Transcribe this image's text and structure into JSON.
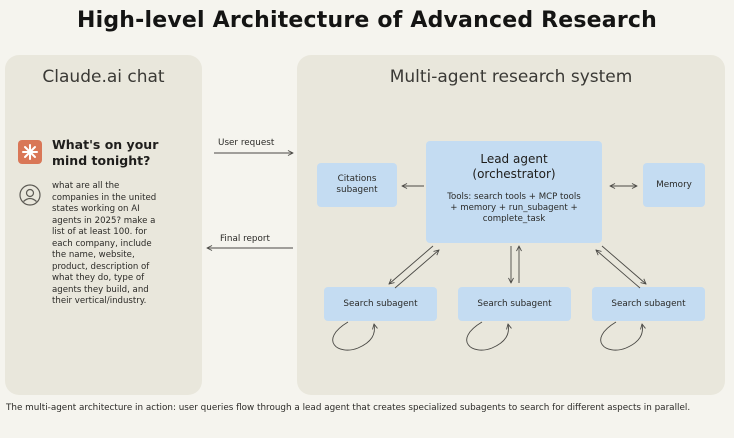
{
  "title": "High-level Architecture of Advanced Research",
  "left_panel": {
    "title": "Claude.ai chat",
    "heading": "What's on your mind tonight?",
    "message": "what are all the companies in the united states working on AI agents in 2025? make a list of at least 100. for each company, include the name, website, product, description of what they do, type of agents they build, and their vertical/industry."
  },
  "arrows": {
    "user_request": "User request",
    "final_report": "Final report"
  },
  "right_panel": {
    "title": "Multi-agent research system",
    "lead_agent": {
      "title_line1": "Lead agent",
      "title_line2": "(orchestrator)",
      "tools_line1": "Tools: search tools + MCP tools",
      "tools_line2": "+ memory + run_subagent +",
      "tools_line3": "complete_task"
    },
    "citations_line1": "Citations",
    "citations_line2": "subagent",
    "memory": "Memory",
    "search_subagents": [
      "Search subagent",
      "Search subagent",
      "Search subagent"
    ]
  },
  "caption": "The multi-agent architecture in action: user queries flow through a lead agent that creates specialized subagents to search for different aspects in parallel.",
  "colors": {
    "background": "#f5f4ee",
    "panel": "#e9e7dc",
    "agent_box": "#c4dcf2",
    "logo": "#d97757"
  }
}
